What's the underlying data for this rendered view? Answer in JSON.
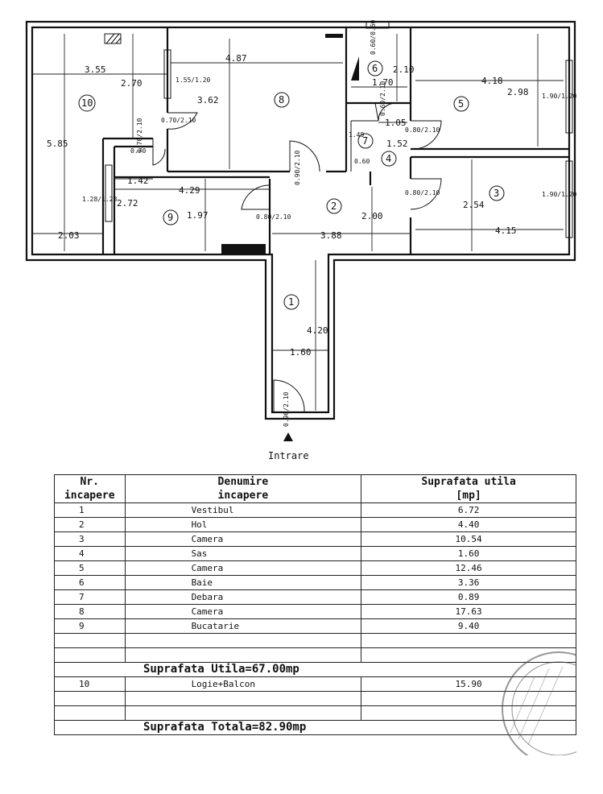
{
  "plan": {
    "rooms": [
      {
        "num": "1"
      },
      {
        "num": "2"
      },
      {
        "num": "3"
      },
      {
        "num": "4"
      },
      {
        "num": "5"
      },
      {
        "num": "6"
      },
      {
        "num": "7"
      },
      {
        "num": "8"
      },
      {
        "num": "9"
      },
      {
        "num": "10"
      }
    ],
    "dimensions": [
      "3.55",
      "2.70",
      "4.87",
      "5.85",
      "3.62",
      "1.42",
      "4.29",
      "2.72",
      "1.97",
      "2.03",
      "3.88",
      "2.00",
      "1.60",
      "4.20",
      "4.18",
      "2.98",
      "2.54",
      "4.15",
      "1.70",
      "2.10",
      "1.52",
      "1.05",
      "1.49",
      "0.60",
      "0.70"
    ],
    "windows": [
      "1.55/1.20",
      "1.28/1.28",
      "1.90/1.20",
      "1.90/1.20",
      "0.60/0.60"
    ],
    "doors": [
      "0.70/2.10",
      "0.90/2.10",
      "0.80/2.10",
      "0.80/2.10",
      "0.80/2.10",
      "0.90/2.10",
      "0.60/2.10",
      "0.70/2.10"
    ],
    "entrance_label": "Intrare"
  },
  "table": {
    "headers": {
      "nr": [
        "Nr.",
        "incapere"
      ],
      "name": [
        "Denumire",
        "incapere"
      ],
      "area": [
        "Suprafata utila",
        "[mp]"
      ]
    },
    "rows": [
      {
        "nr": "1",
        "name": "Vestibul",
        "area": "6.72"
      },
      {
        "nr": "2",
        "name": "Hol",
        "area": "4.40"
      },
      {
        "nr": "3",
        "name": "Camera",
        "area": "10.54"
      },
      {
        "nr": "4",
        "name": "Sas",
        "area": "1.60"
      },
      {
        "nr": "5",
        "name": "Camera",
        "area": "12.46"
      },
      {
        "nr": "6",
        "name": "Baie",
        "area": "3.36"
      },
      {
        "nr": "7",
        "name": "Debara",
        "area": "0.89"
      },
      {
        "nr": "8",
        "name": "Camera",
        "area": "17.63"
      },
      {
        "nr": "9",
        "name": "Bucatarie",
        "area": "9.40"
      }
    ],
    "summary_useful": "Suprafata Utila=67.00mp",
    "extra_row": {
      "nr": "10",
      "name": "Logie+Balcon",
      "area": "15.90"
    },
    "summary_total": "Suprafata Totala=82.90mp"
  }
}
